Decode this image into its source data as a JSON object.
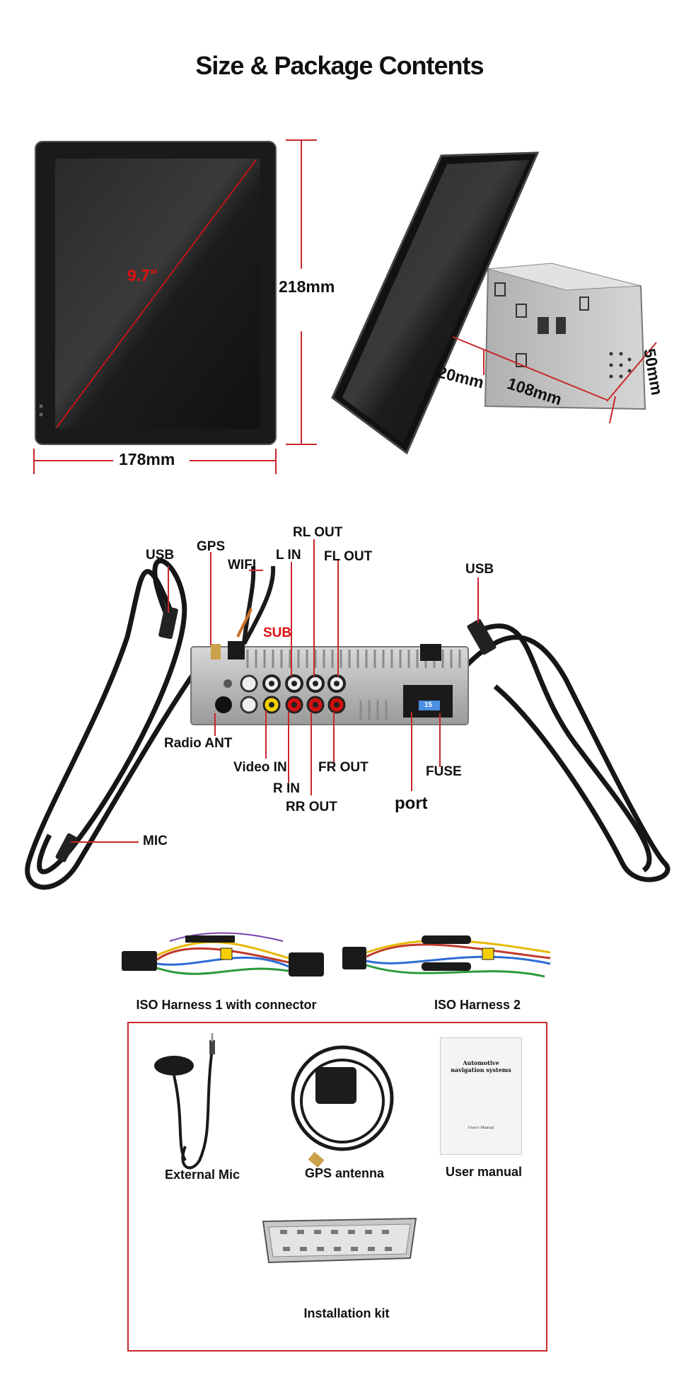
{
  "title": "Size & Package Contents",
  "dimensions": {
    "diagonal": "9.7\"",
    "height": "218mm",
    "width": "178mm",
    "depth_front": "20mm",
    "depth_body": "108mm",
    "body_height": "50mm"
  },
  "ports": {
    "usb_left": "USB",
    "gps": "GPS",
    "wifi": "WIFI",
    "l_in": "L IN",
    "rl_out": "RL OUT",
    "fl_out": "FL OUT",
    "usb_right": "USB",
    "sub": "SUB",
    "radio_ant": "Radio ANT",
    "video_in": "Video IN",
    "r_in": "R IN",
    "rr_out": "RR OUT",
    "fr_out": "FR OUT",
    "port": "port",
    "fuse": "FUSE",
    "mic": "MIC",
    "fuse_value": "15"
  },
  "harnesses": {
    "harness1": "ISO Harness 1 with connector",
    "harness2": "ISO Harness 2"
  },
  "kit": {
    "external_mic": "External Mic",
    "gps_antenna": "GPS antenna",
    "user_manual": "User manual",
    "installation_kit": "Installation kit",
    "manual_cover_title": "Automotive navigation systems",
    "manual_cover_foot": "User's Manual"
  },
  "colors": {
    "accent_red": "#e01010",
    "box_border": "#c8262c",
    "screen": "#1a1a1a"
  }
}
